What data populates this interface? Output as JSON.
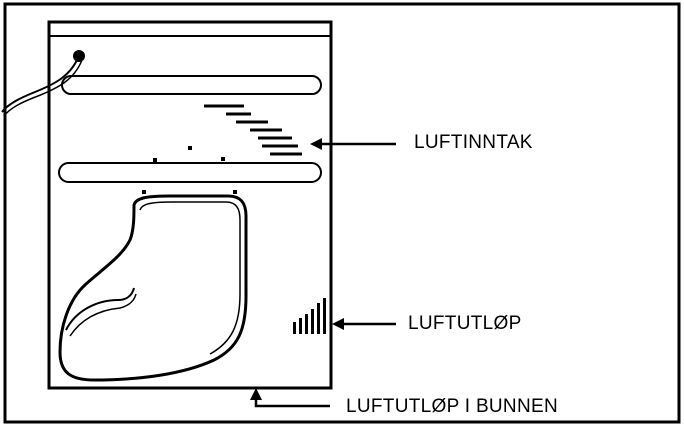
{
  "labels": {
    "air_intake": "LUFTINNTAK",
    "air_outlet": "LUFTUTLØP",
    "bottom_outlet": "LUFTUTLØP I BUNNEN"
  },
  "colors": {
    "ink": "#000000",
    "background": "#ffffff"
  }
}
